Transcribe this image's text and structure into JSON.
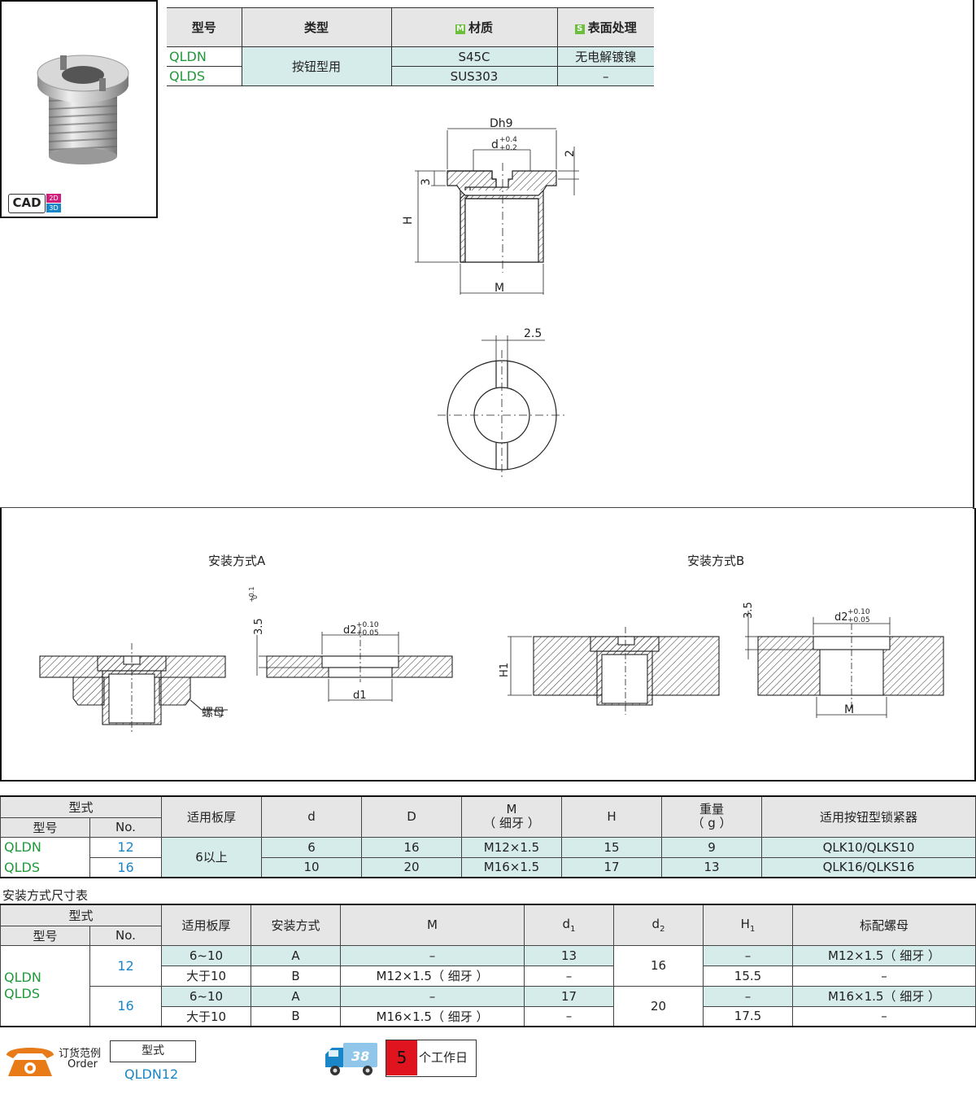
{
  "cad": {
    "label": "CAD",
    "b2d": "2D",
    "b3d": "3D"
  },
  "material_table": {
    "headers": {
      "model": "型号",
      "type": "类型",
      "material": "材质",
      "material_tag": "M",
      "surface": "表面处理",
      "surface_tag": "S"
    },
    "type_value": "按钮型用",
    "rows": [
      {
        "model": "QLDN",
        "material": "S45C",
        "surface": "无电解镀镍"
      },
      {
        "model": "QLDS",
        "material": "SUS303",
        "surface": "–"
      }
    ]
  },
  "drawing": {
    "dh9": "Dh9",
    "d": "d",
    "d_tol_up": "+0.4",
    "d_tol_lo": "+0.2",
    "two": "2",
    "three": "3",
    "h": "H",
    "m": "M",
    "slot": "2.5"
  },
  "install": {
    "a_title": "安装方式A",
    "b_title": "安装方式B",
    "depth": "3.5",
    "depth_up": "+0.1",
    "depth_lo": "0",
    "d2": "d2",
    "d2_up": "+0.10",
    "d2_lo": "+0.05",
    "d1": "d1",
    "nut": "螺母",
    "h1": "H1",
    "m": "M"
  },
  "spec_table": {
    "headers": {
      "form": "型式",
      "model": "型号",
      "no": "No.",
      "plate": "适用板厚",
      "d": "d",
      "D": "D",
      "m": "M",
      "m_sub": "（ 细牙 ）",
      "h": "H",
      "weight": "重量",
      "weight_unit": "（ g ）",
      "lock": "适用按钮型锁紧器"
    },
    "models": [
      "QLDN",
      "QLDS"
    ],
    "plate": "6以上",
    "rows": [
      {
        "no": "12",
        "d": "6",
        "D": "16",
        "m": "M12×1.5",
        "h": "15",
        "weight": "9",
        "lock": "QLK10/QLKS10"
      },
      {
        "no": "16",
        "d": "10",
        "D": "20",
        "m": "M16×1.5",
        "h": "17",
        "weight": "13",
        "lock": "QLK16/QLKS16"
      }
    ]
  },
  "install_table": {
    "title": "安装方式尺寸表",
    "headers": {
      "form": "型式",
      "model": "型号",
      "no": "No.",
      "plate": "适用板厚",
      "method": "安装方式",
      "m": "M",
      "d1": "d",
      "d1_sub": "1",
      "d2": "d",
      "d2_sub": "2",
      "h1": "H",
      "h1_sub": "1",
      "nut": "标配螺母"
    },
    "models": [
      "QLDN",
      "QLDS"
    ],
    "groups": [
      {
        "no": "12",
        "d2": "16",
        "rows": [
          {
            "plate": "6~10",
            "method": "A",
            "m": "–",
            "d1": "13",
            "h1": "–",
            "nut": "M12×1.5（ 细牙 ）"
          },
          {
            "plate": "大于10",
            "method": "B",
            "m": "M12×1.5（ 细牙 ）",
            "d1": "–",
            "h1": "15.5",
            "nut": "–"
          }
        ]
      },
      {
        "no": "16",
        "d2": "20",
        "rows": [
          {
            "plate": "6~10",
            "method": "A",
            "m": "–",
            "d1": "17",
            "h1": "–",
            "nut": "M16×1.5（ 细牙 ）"
          },
          {
            "plate": "大于10",
            "method": "B",
            "m": "M16×1.5（ 细牙 ）",
            "d1": "–",
            "h1": "17.5",
            "nut": "–"
          }
        ]
      }
    ]
  },
  "order": {
    "label_cn": "订货范例",
    "label_en": "Order",
    "form_label": "型式",
    "example": "QLDN12",
    "days": "5",
    "days_label": "个工作日",
    "truck_label": "38"
  },
  "colors": {
    "green": "#1f9a3a",
    "blue": "#1a86c7",
    "teal": "#d5ecea",
    "red": "#e0141e",
    "orange": "#e87a17"
  }
}
